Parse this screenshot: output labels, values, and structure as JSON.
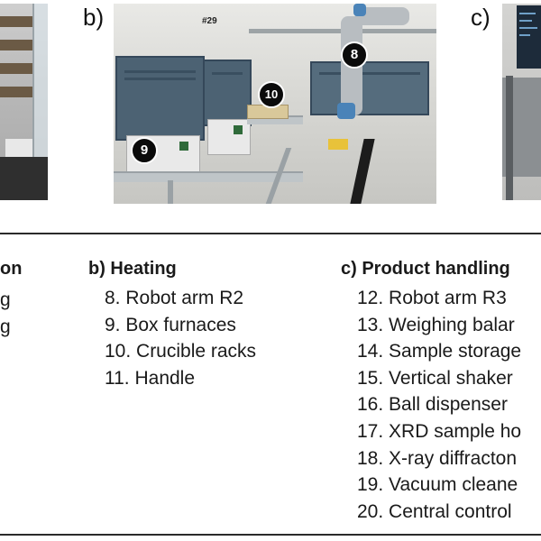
{
  "panels": {
    "b_letter": "b)",
    "c_letter": "c)",
    "sign_text": "#29"
  },
  "markers": {
    "m8": "8",
    "m9": "9",
    "m10": "10"
  },
  "legend": {
    "col_a": {
      "title_fragment": "on",
      "items": [
        "g",
        "g"
      ]
    },
    "col_b": {
      "title": "b) Heating",
      "items": [
        "8. Robot arm R2",
        "9. Box furnaces",
        "10. Crucible racks",
        "11. Handle"
      ]
    },
    "col_c": {
      "title": "c) Product handling",
      "items": [
        "12. Robot arm R3",
        "13. Weighing balar",
        "14. Sample storage",
        "15. Vertical shaker",
        "16. Ball dispenser",
        "17. XRD sample ho",
        "18. X-ray diffracton",
        "19. Vacuum cleane",
        "20. Central control"
      ]
    }
  }
}
